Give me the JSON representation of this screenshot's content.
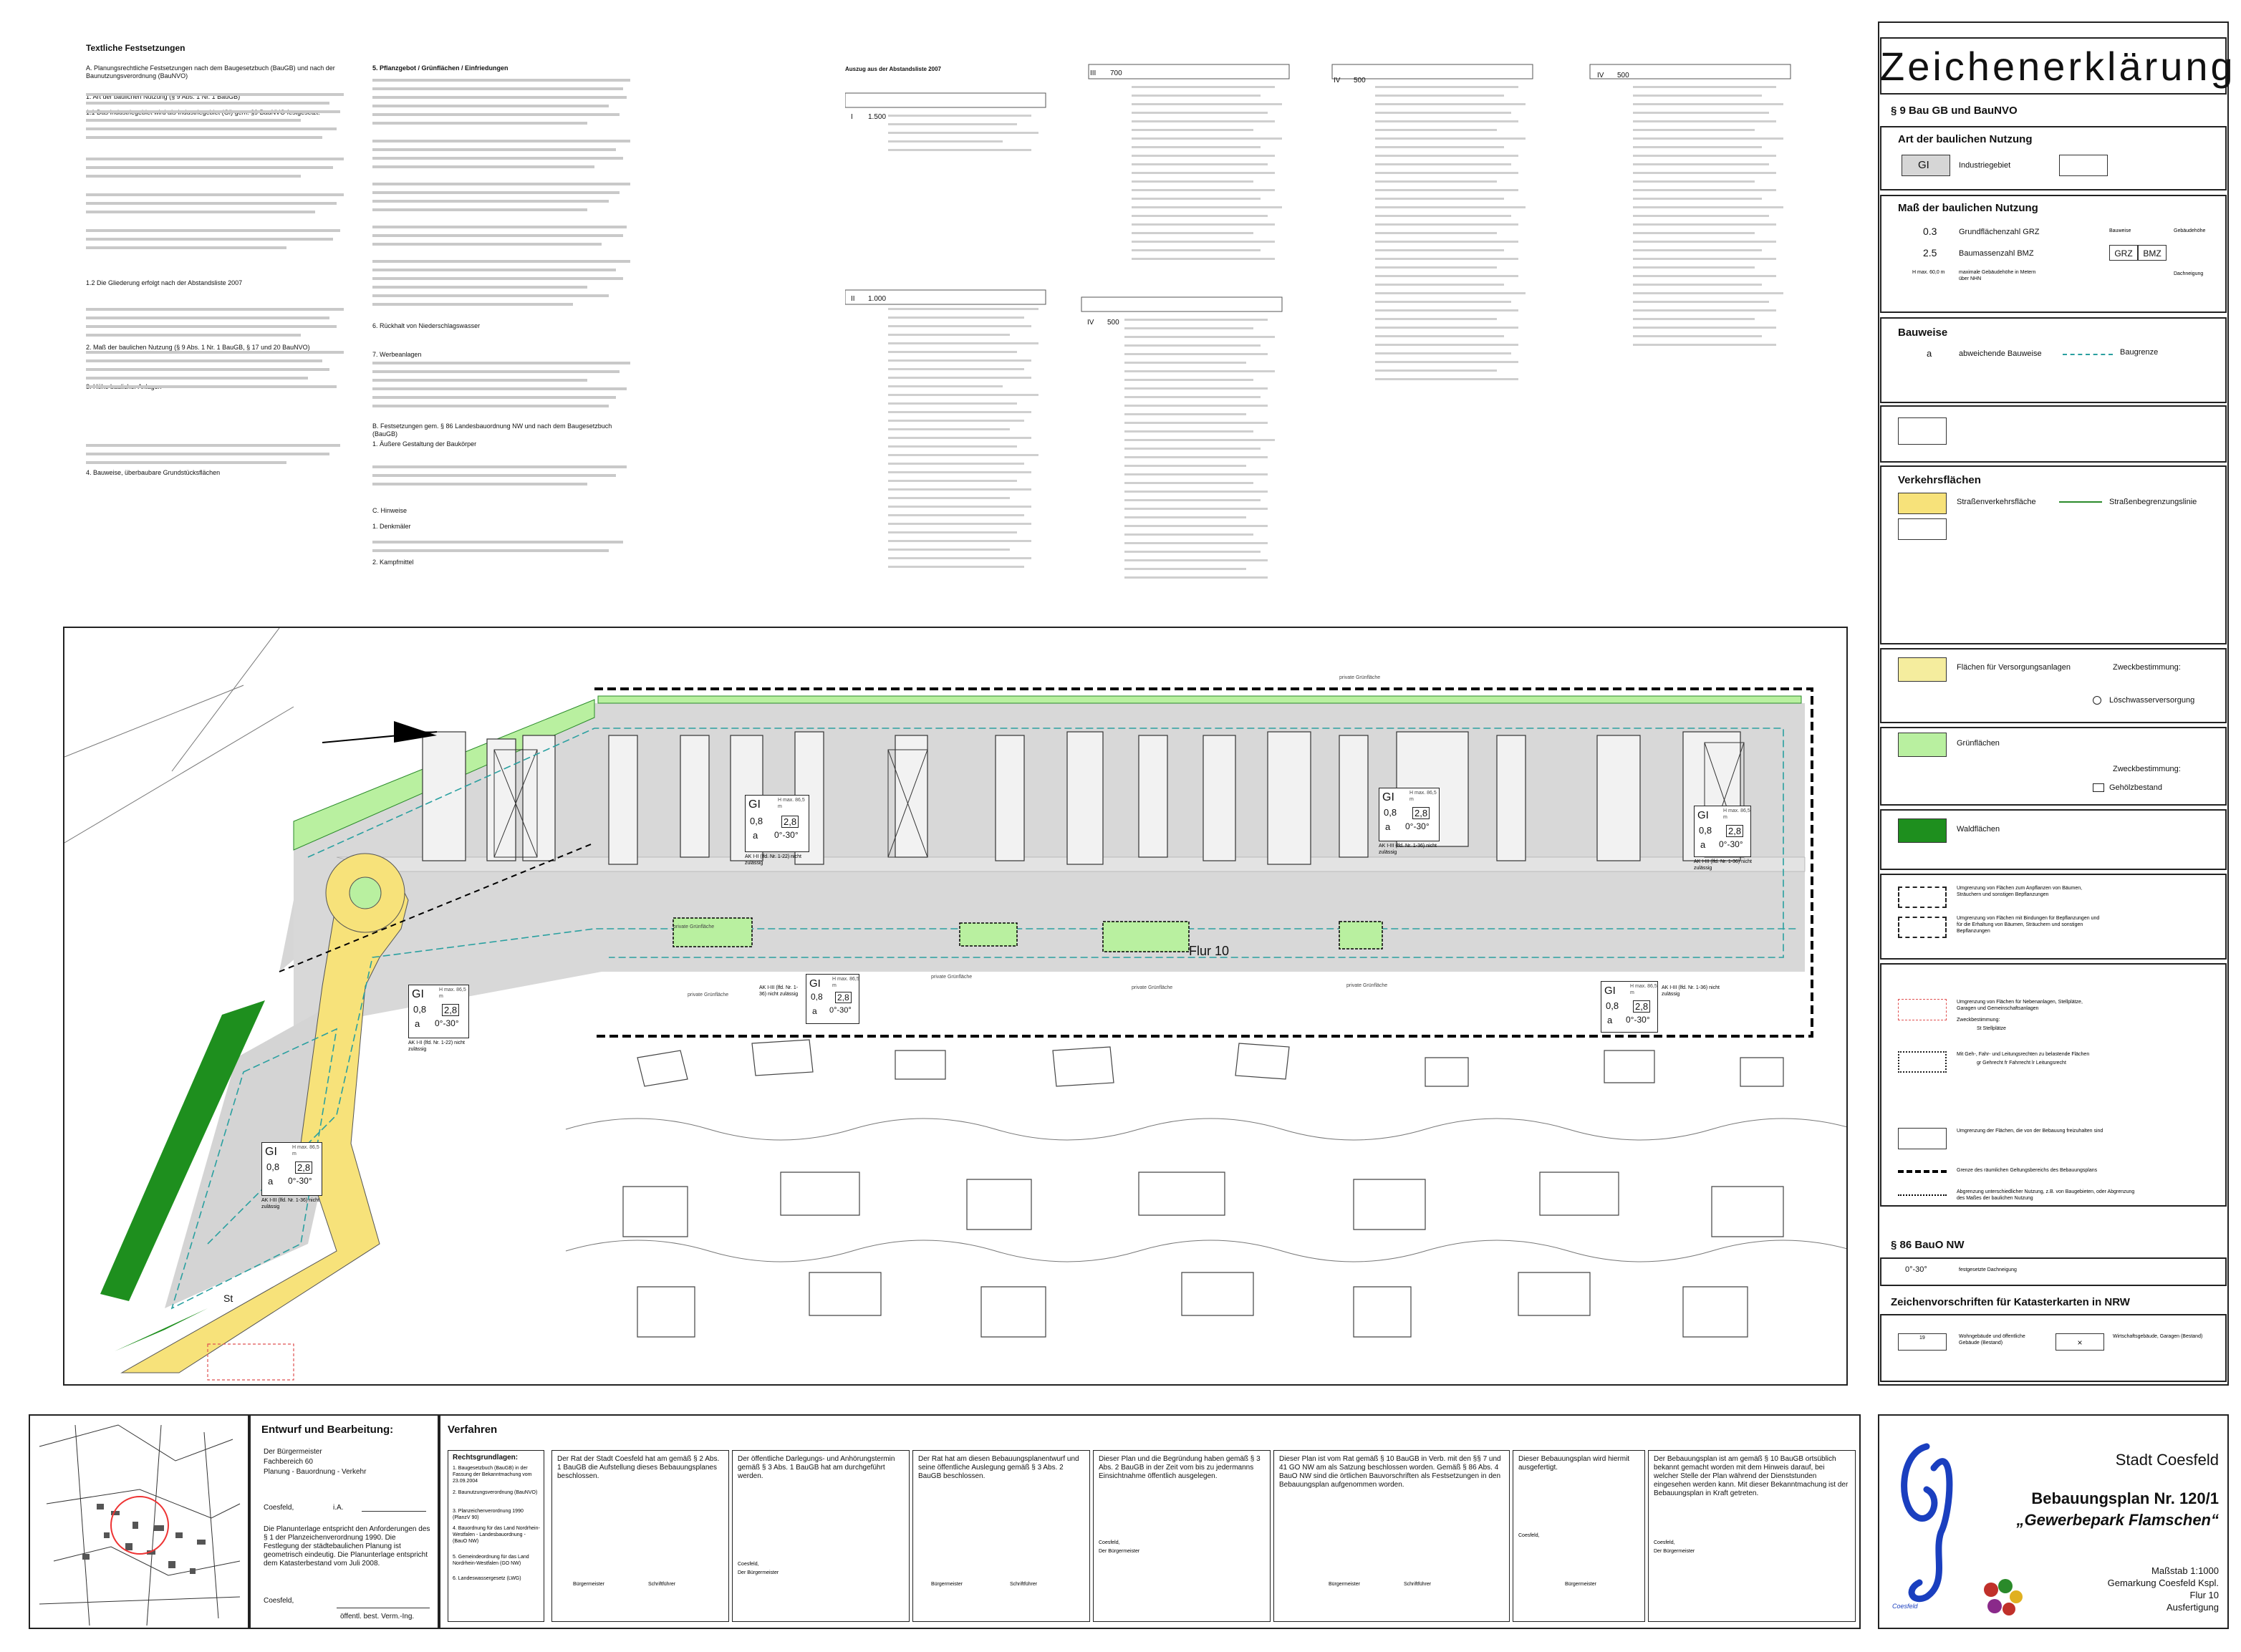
{
  "notes_left": {
    "heading": "Textliche Festsetzungen",
    "section_a": "A. Planungsrechtliche Festsetzungen nach dem Baugesetzbuch (BauGB) und nach der Baunutzungsverordnung (BauNVO)",
    "items": [
      "1. Art der baulichen Nutzung (§ 9 Abs. 1 Nr. 1 BauGB)",
      "1.1 Das Industriegebiet wird als Industriegebiet (GI) gem. §9 BauNVO festgesetzt.",
      "1.2 Die Gliederung erfolgt nach der Abstandsliste 2007",
      "2. Maß der baulichen Nutzung (§ 9 Abs. 1 Nr. 1 BauGB, § 17 und 20 BauNVO)",
      "3. Höhe baulicher Anlagen",
      "4. Bauweise, überbaubare Grundstücksflächen"
    ]
  },
  "notes_mid": {
    "items": [
      "5. Pflanzgebot / Grünflächen / Einfriedungen",
      "6. Rückhalt von Niederschlagswasser",
      "7. Werbeanlagen",
      "B. Festsetzungen gem. § 86 Landesbauordnung NW und nach dem Baugesetzbuch (BauGB)",
      "1. Äußere Gestaltung der Baukörper",
      "C. Hinweise",
      "1. Denkmäler",
      "2. Kampfmittel"
    ]
  },
  "abstand_title": "Auszug aus der Abstandsliste 2007",
  "tables": [
    {
      "class": "I",
      "dist": "1.500"
    },
    {
      "class": "II",
      "dist": "1.000"
    },
    {
      "class": "III",
      "dist": "700"
    },
    {
      "class": "IV",
      "dist": "500"
    },
    {
      "class": "IV",
      "dist": "500"
    },
    {
      "class": "IV",
      "dist": "500"
    }
  ],
  "map": {
    "flur_label": "Flur 10",
    "st_label": "St",
    "green_labels": [
      "private Grünfläche",
      "private Grünfläche",
      "private Grünfläche",
      "private Grünfläche",
      "private Grünfläche",
      "private Grünfläche"
    ],
    "gi_boxes": [
      {
        "gi": "GI",
        "h": "H max. 86,5 m",
        "grz": "0,8",
        "bmz": "2,8",
        "a": "a",
        "roof": "0°-30°",
        "ak": "AK I-II (lfd. Nr. 1-22) nicht zulässig"
      },
      {
        "gi": "GI",
        "h": "H max. 86,5 m",
        "grz": "0,8",
        "bmz": "2,8",
        "a": "a",
        "roof": "0°-30°",
        "ak": "AK I-II (lfd. Nr. 1-22) nicht zulässig"
      },
      {
        "gi": "GI",
        "h": "H max. 86,5 m",
        "grz": "0,8",
        "bmz": "2,8",
        "a": "a",
        "roof": "0°-30°",
        "ak": "AK I-III (lfd. Nr. 1-36) nicht zulässig"
      },
      {
        "gi": "GI",
        "h": "H max. 86,5 m",
        "grz": "0,8",
        "bmz": "2,8",
        "a": "a",
        "roof": "0°-30°",
        "ak": "AK I-III (lfd. Nr. 1-36) nicht zulässig"
      },
      {
        "gi": "GI",
        "h": "H max. 86,5 m",
        "grz": "0,8",
        "bmz": "2,8",
        "a": "a",
        "roof": "0°-30°",
        "ak": "AK I-III (lfd. Nr. 1-36) nicht zulässig"
      },
      {
        "gi": "GI",
        "h": "H max. 86,5 m",
        "grz": "0,8",
        "bmz": "2,8",
        "a": "a",
        "roof": "0°-30°",
        "ak": "AK I-III (lfd. Nr. 1-36) nicht zulässig"
      },
      {
        "gi": "GI",
        "h": "H max. 86,5 m",
        "grz": "0,8",
        "bmz": "2,8",
        "a": "a",
        "roof": "0°-30°",
        "ak": "AK I-III (lfd. Nr. 1-36) nicht zulässig"
      }
    ]
  },
  "legend": {
    "title": "Zeichenerklärung",
    "section_baugb": "§ 9 Bau GB und BauNVO",
    "art_title": "Art der baulichen Nutzung",
    "gi": "GI",
    "gi_text": "Industriegebiet",
    "mass_title": "Maß der baulichen Nutzung",
    "grz_val": "0.3",
    "grz_text": "Grundflächenzahl GRZ",
    "bmz_val": "2.5",
    "bmz_text": "Baumassenzahl BMZ",
    "hmax_val": "H max. 60,0 m",
    "hmax_text": "maximale Gebäudehöhe in Metern über NHN",
    "bw_label": "Bauweise",
    "grz_box": "GRZ",
    "bmz_box": "BMZ",
    "gebaeude": "Gebäudehöhe",
    "dachneigung": "Dachneigung",
    "bauweise_title": "Bauweise",
    "bauweise_a": "a",
    "bauweise_a_text": "abweichende Bauweise",
    "baugrenze": "Baugrenze",
    "verkehr_title": "Verkehrsflächen",
    "strassen": "Straßenverkehrsfläche",
    "strassenbegr": "Straßenbegrenzungslinie",
    "versorgung": "Flächen für Versorgungsanlagen",
    "zweck1": "Zweckbestimmung:",
    "loesch": "Löschwasserversorgung",
    "gruen": "Grünflächen",
    "zweck2": "Zweckbestimmung:",
    "gehoelz": "Gehölzbestand",
    "wald": "Waldflächen",
    "umgrenzung1": "Umgrenzung von Flächen zum Anpflanzen von Bäumen, Sträuchern und sonstigen Bepflanzungen",
    "umgrenzung2": "Umgrenzung von Flächen mit Bindungen für Bepflanzungen und für die Erhaltung von Bäumen, Sträuchern und sonstigen Bepflanzungen",
    "neben": "Umgrenzung von Flächen für Nebenanlagen, Stellplätze, Garagen und Gemeinschaftsanlagen",
    "zweck3": "Zweckbestimmung:",
    "st": "St  Stellplätze",
    "geh": "Mit Geh-, Fahr- und Leitungsrechten zu belastende Flächen",
    "geh2": "gr Gehrecht  fr Fahrrecht  lr Leitungsrecht",
    "umgr_bebauung": "Umgrenzung der Flächen, die von der Bebauung freizuhalten sind",
    "grenze": "Grenze des räumlichen Geltungsbereichs des Bebauungsplans",
    "abgrenzung": "Abgrenzung unterschiedlicher Nutzung, z.B. von Baugebieten, oder Abgrenzung des Maßes der baulichen Nutzung",
    "bauo_title": "§ 86 BauO NW",
    "roof": "0°-30°",
    "roof_text": "festgesetzte Dachneigung",
    "kataster_title": "Zeichenvorschriften für Katasterkarten in NRW",
    "wohn": "Wohngebäude und öffentliche Gebäude (Bestand)",
    "wohn_num": "19",
    "wirt": "Wirtschaftsgebäude, Garagen (Bestand)"
  },
  "bottom": {
    "entwurf_title": "Entwurf und Bearbeitung:",
    "entwurf_lines": [
      "Der Bürgermeister",
      "Fachbereich 60",
      "Planung - Bauordnung - Verkehr"
    ],
    "coesfeld": "Coesfeld,",
    "ia": "i.A.",
    "planunterlage": "Die Planunterlage entspricht den Anforderungen des § 1 der Planzeichenverordnung 1990. Die Festlegung der städtebaulichen Planung ist geometrisch eindeutig. Die Planunterlage entspricht dem Katasterbestand vom Juli 2008.",
    "coesfeld2": "Coesfeld,",
    "vermessung": "öffentl. best. Verm.-Ing.",
    "verfahren_title": "Verfahren",
    "rechts_title": "Rechtsgrundlagen:",
    "rechts": [
      "1. Baugesetzbuch (BauGB) in der Fassung der Bekanntmachung vom 23.09.2004",
      "2. Baunutzungsverordnung (BauNVO)",
      "3. Planzeichenverordnung 1990 (PlanzV 90)",
      "4. Bauordnung für das Land Nordrhein-Westfalen - Landesbauordnung - (BauO NW)",
      "5. Gemeindeordnung für das Land Nordrhein-Westfalen (GO NW)",
      "6. Landeswassergesetz (LWG)"
    ],
    "proc": [
      {
        "text": "Der Rat der Stadt Coesfeld hat am            gemäß § 2 Abs. 1 BauGB die Aufstellung dieses Bebauungsplanes beschlossen.",
        "sig1": "Bürgermeister",
        "sig2": "Schriftführer"
      },
      {
        "text": "Der öffentliche Darlegungs- und Anhörungstermin gemäß § 3 Abs. 1 BauGB hat am            durchgeführt werden.",
        "sig1": "Coesfeld,",
        "sig2": "Der Bürgermeister"
      },
      {
        "text": "Der Rat hat am            diesen Bebauungsplanentwurf und seine öffentliche Auslegung gemäß § 3 Abs. 2 BauGB beschlossen.",
        "sig1": "Bürgermeister",
        "sig2": "Schriftführer"
      },
      {
        "text": "Dieser Plan und die Begründung haben gemäß § 3 Abs. 2 BauGB in der Zeit vom            bis            zu jedermanns Einsichtnahme öffentlich ausgelegen.",
        "sig1": "Coesfeld,",
        "sig2": "Der Bürgermeister"
      },
      {
        "text": "Dieser Plan ist vom Rat gemäß § 10 BauGB in Verb. mit den §§ 7 und 41 GO NW am            als Satzung beschlossen worden. Gemäß § 86 Abs. 4 BauO NW sind die örtlichen Bauvorschriften als Festsetzungen in den Bebauungsplan aufgenommen worden.",
        "sig1": "Bürgermeister",
        "sig2": "Schriftführer"
      },
      {
        "text": "Dieser Bebauungsplan wird hiermit ausgefertigt.",
        "sig1": "Coesfeld,",
        "sig2": "Bürgermeister"
      },
      {
        "text": "Der Bebauungsplan ist am            gemäß § 10 BauGB ortsüblich bekannt gemacht worden mit dem Hinweis darauf, bei welcher Stelle der Plan während der Dienststunden eingesehen werden kann. Mit dieser Bekanntmachung ist der Bebauungsplan in Kraft getreten.",
        "sig1": "Coesfeld,",
        "sig2": "Der Bürgermeister"
      }
    ],
    "city": "Stadt Coesfeld",
    "plan_no": "Bebauungsplan Nr. 120/1",
    "plan_name": "„Gewerbepark Flamschen“",
    "massstab": "Maßstab 1:1000",
    "gemarkung": "Gemarkung Coesfeld Kspl.",
    "flur": "Flur 10",
    "ausfertigung": "Ausfertigung",
    "logo_text": "Coesfeld"
  },
  "colors": {
    "road_yellow": "#f7e27a",
    "green_area": "#b9f0a0",
    "forest": "#1e8f1e",
    "gi_grey": "#d8d8d8",
    "baugrenze": "#2aa0a0"
  }
}
